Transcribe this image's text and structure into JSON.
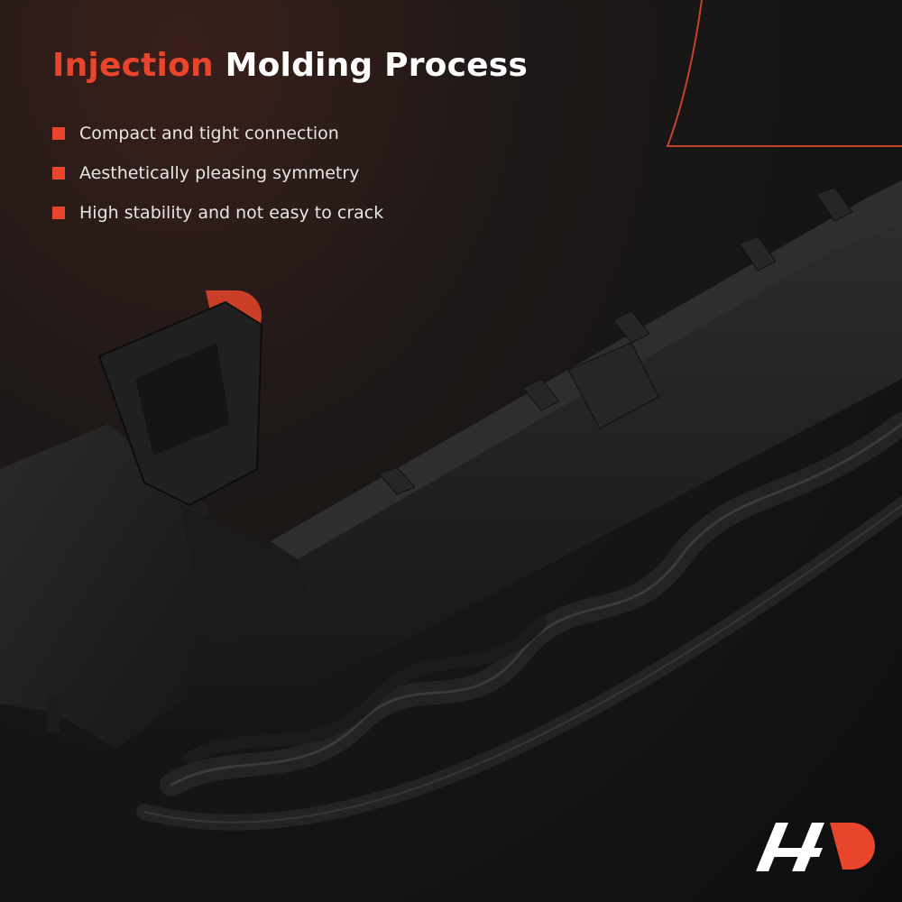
{
  "title": {
    "highlight": "Injection",
    "rest": " Molding Process"
  },
  "features": [
    "Compact and tight connection",
    "Aesthetically pleasing symmetry",
    "High stability and not easy to crack"
  ],
  "colors": {
    "accent": "#e8452c",
    "text": "#ffffff",
    "background": "#151515",
    "part": "#1f1f1f"
  },
  "logo": {
    "icon": "brand-logo-icon"
  }
}
